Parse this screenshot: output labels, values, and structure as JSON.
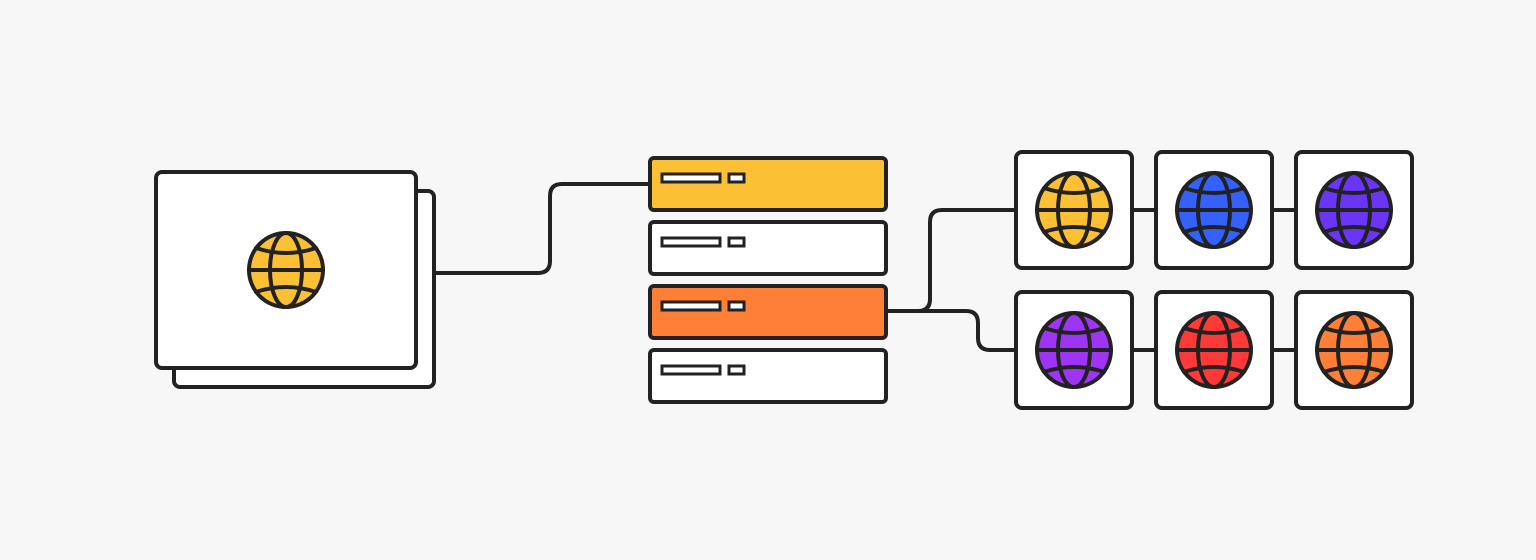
{
  "colors": {
    "background": "#f7f7f7",
    "stroke": "#222222",
    "panel": "#ffffff",
    "yellow": "#fcc034",
    "orange": "#fe7f35",
    "blue": "#3461fc",
    "indigo": "#6b35f7",
    "violet": "#9e35f4",
    "red": "#ff3838"
  },
  "source": {
    "icon": "globe-icon",
    "globe_color": "yellow"
  },
  "server_rack": {
    "units": [
      {
        "state": "highlighted",
        "fill": "yellow",
        "connected_from_source": true
      },
      {
        "state": "idle",
        "fill": "panel"
      },
      {
        "state": "highlighted",
        "fill": "orange",
        "connected_to_grid": true
      },
      {
        "state": "idle",
        "fill": "panel"
      }
    ]
  },
  "globe_grid": {
    "icon": "globe-icon",
    "rows": [
      [
        "yellow",
        "blue",
        "indigo"
      ],
      [
        "violet",
        "red",
        "orange"
      ]
    ]
  }
}
